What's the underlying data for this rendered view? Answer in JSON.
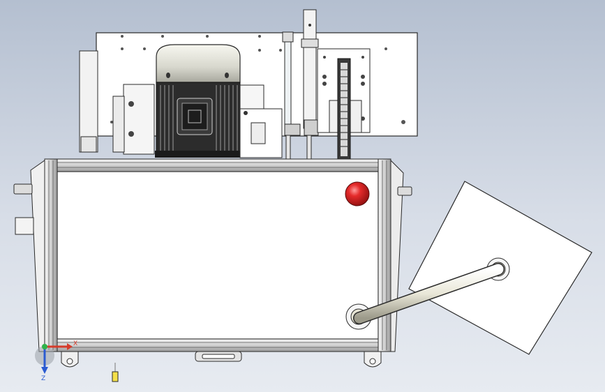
{
  "viewport": {
    "background_top": "#b4bfd0",
    "background_bottom": "#e7ebf1"
  },
  "triad": {
    "x_label": "X",
    "z_label": "Z",
    "x_color": "#d63b2a",
    "y_color": "#2fb34a",
    "z_color": "#2b5bd1"
  },
  "model": {
    "parts": [
      "back-plate",
      "electric-motor",
      "motor-fan-cover",
      "motor-terminal-box",
      "valve-block",
      "filter-assembly",
      "level-gauge",
      "oil-tank",
      "emergency-stop-knob",
      "lever-handle",
      "side-panel"
    ],
    "knob_color": "#e02020"
  }
}
